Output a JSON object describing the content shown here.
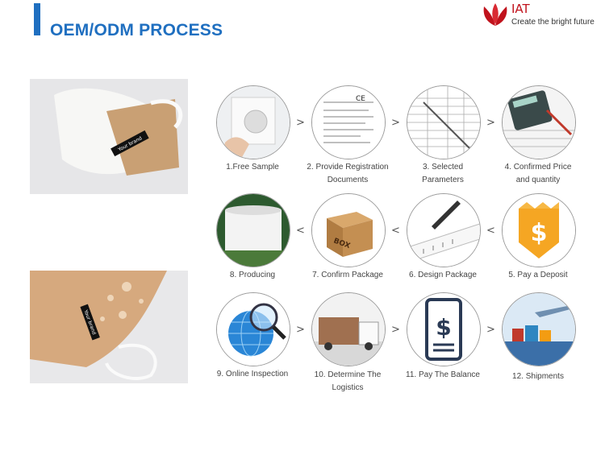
{
  "header": {
    "title": "OEM/ODM PROCESS"
  },
  "logo": {
    "name": "IAT",
    "tagline": "Create the bright future"
  },
  "steps": [
    {
      "label": "1.Free Sample"
    },
    {
      "label": "2. Provide Registration\nDocuments"
    },
    {
      "label": "3. Selected\nParameters"
    },
    {
      "label": "4. Confirmed Price\nand quantity"
    },
    {
      "label": "5. Pay a Deposit"
    },
    {
      "label": "6. Design Package"
    },
    {
      "label": "7. Confirm Package"
    },
    {
      "label": "8. Producing"
    },
    {
      "label": "9. Online Inspection"
    },
    {
      "label": "10. Determine The\nLogistics"
    },
    {
      "label": "11. Pay The Balance"
    },
    {
      "label": "12. Shipments"
    }
  ],
  "arrows": {
    "forward": ">",
    "backward": "<"
  },
  "photos": {
    "tag_text": "Your brand"
  },
  "box_text": "BOX",
  "colors": {
    "accent": "#1f6fc0",
    "logo_red": "#c0121c",
    "tan_mask": "#c9a074"
  }
}
